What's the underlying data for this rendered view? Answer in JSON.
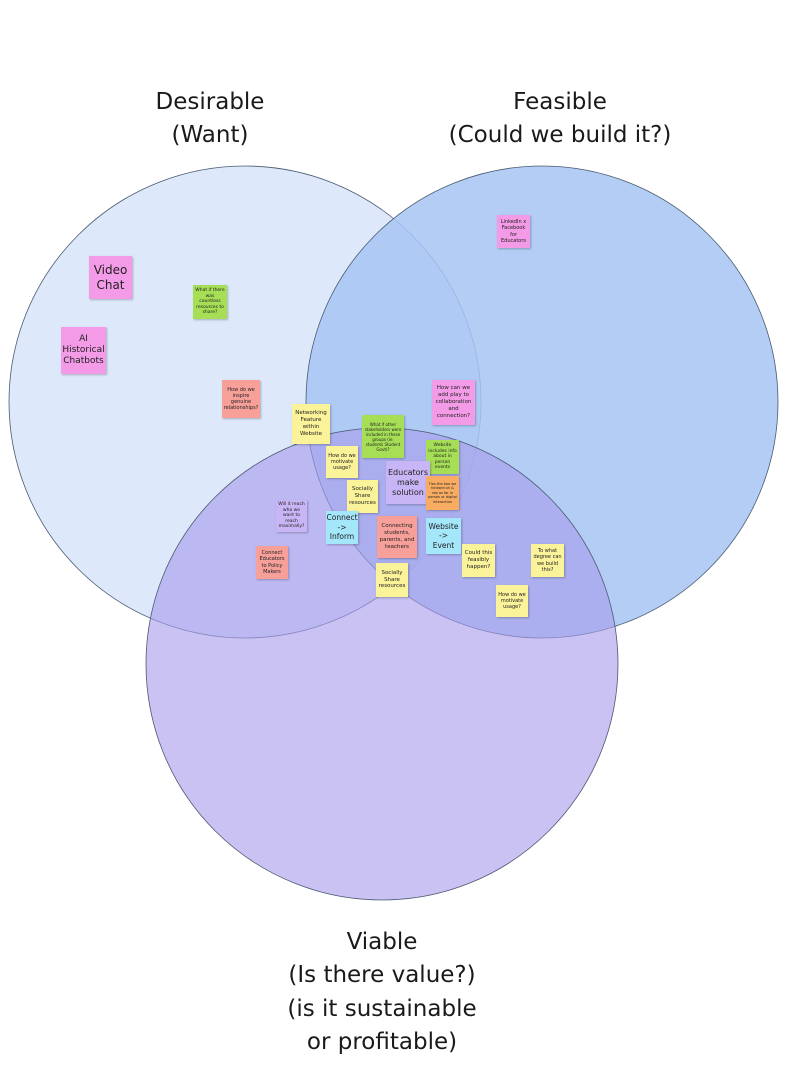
{
  "colors": {
    "desirable_fill": "#dde8fb",
    "feasible_fill": "#a6c4f3",
    "viable_fill": "#a89ceb",
    "outline": "#4a5a70",
    "note_pink": "#f49be8",
    "note_green": "#a6df55",
    "note_salmon": "#f7a09a",
    "note_yellow": "#fbf39a",
    "note_lavender": "#c7b5f5",
    "note_cyan": "#a4e6fa",
    "note_orange": "#f8ac62"
  },
  "labels": {
    "desirable": [
      "Desirable",
      "(Want)"
    ],
    "feasible": [
      "Feasible",
      "(Could we build it?)"
    ],
    "viable": [
      "Viable",
      "(Is there value?)",
      "(is it sustainable",
      "or profitable)"
    ]
  },
  "notes": {
    "video_chat": "Video Chat",
    "ai_chatbots": "AI Historical Chatbots",
    "countless_resources": "What if there was countless resources to share?",
    "genuine_relationships": "How do we inspire genuine relationships?",
    "linkedin": "LinkedIn x Facebook for Educators",
    "play_collaboration": "How can we add play to collaboration and connection?",
    "networking_feature": "Networking Feature within Website",
    "other_stakeholders": "What if other stakeholders were included in these groups (ie. students Student Govt)?",
    "website_info_events": "Website includes info about in person events",
    "motivate_usage_1": "How do we motivate usage?",
    "educators_solution": "Educators make solution",
    "ties_in_person": "Ties the two we forward on & rep as far in person or digital interaction",
    "socially_share_1": "Socially Share resources",
    "reach_maximally": "Will it reach who we want to reach maximally?",
    "connect_inform": "Connect -> Inform",
    "connecting_students": "Connecting students, parents, and teachers",
    "website_event": "Website -> Event",
    "connect_policy": "Connect Educators to Policy Makers",
    "feasibly_happen": "Could this feasibly happen?",
    "degree_build": "To what degree can we build this?",
    "socially_share_2": "Socially Share resources",
    "motivate_usage_2": "How do we motivate usage?"
  }
}
